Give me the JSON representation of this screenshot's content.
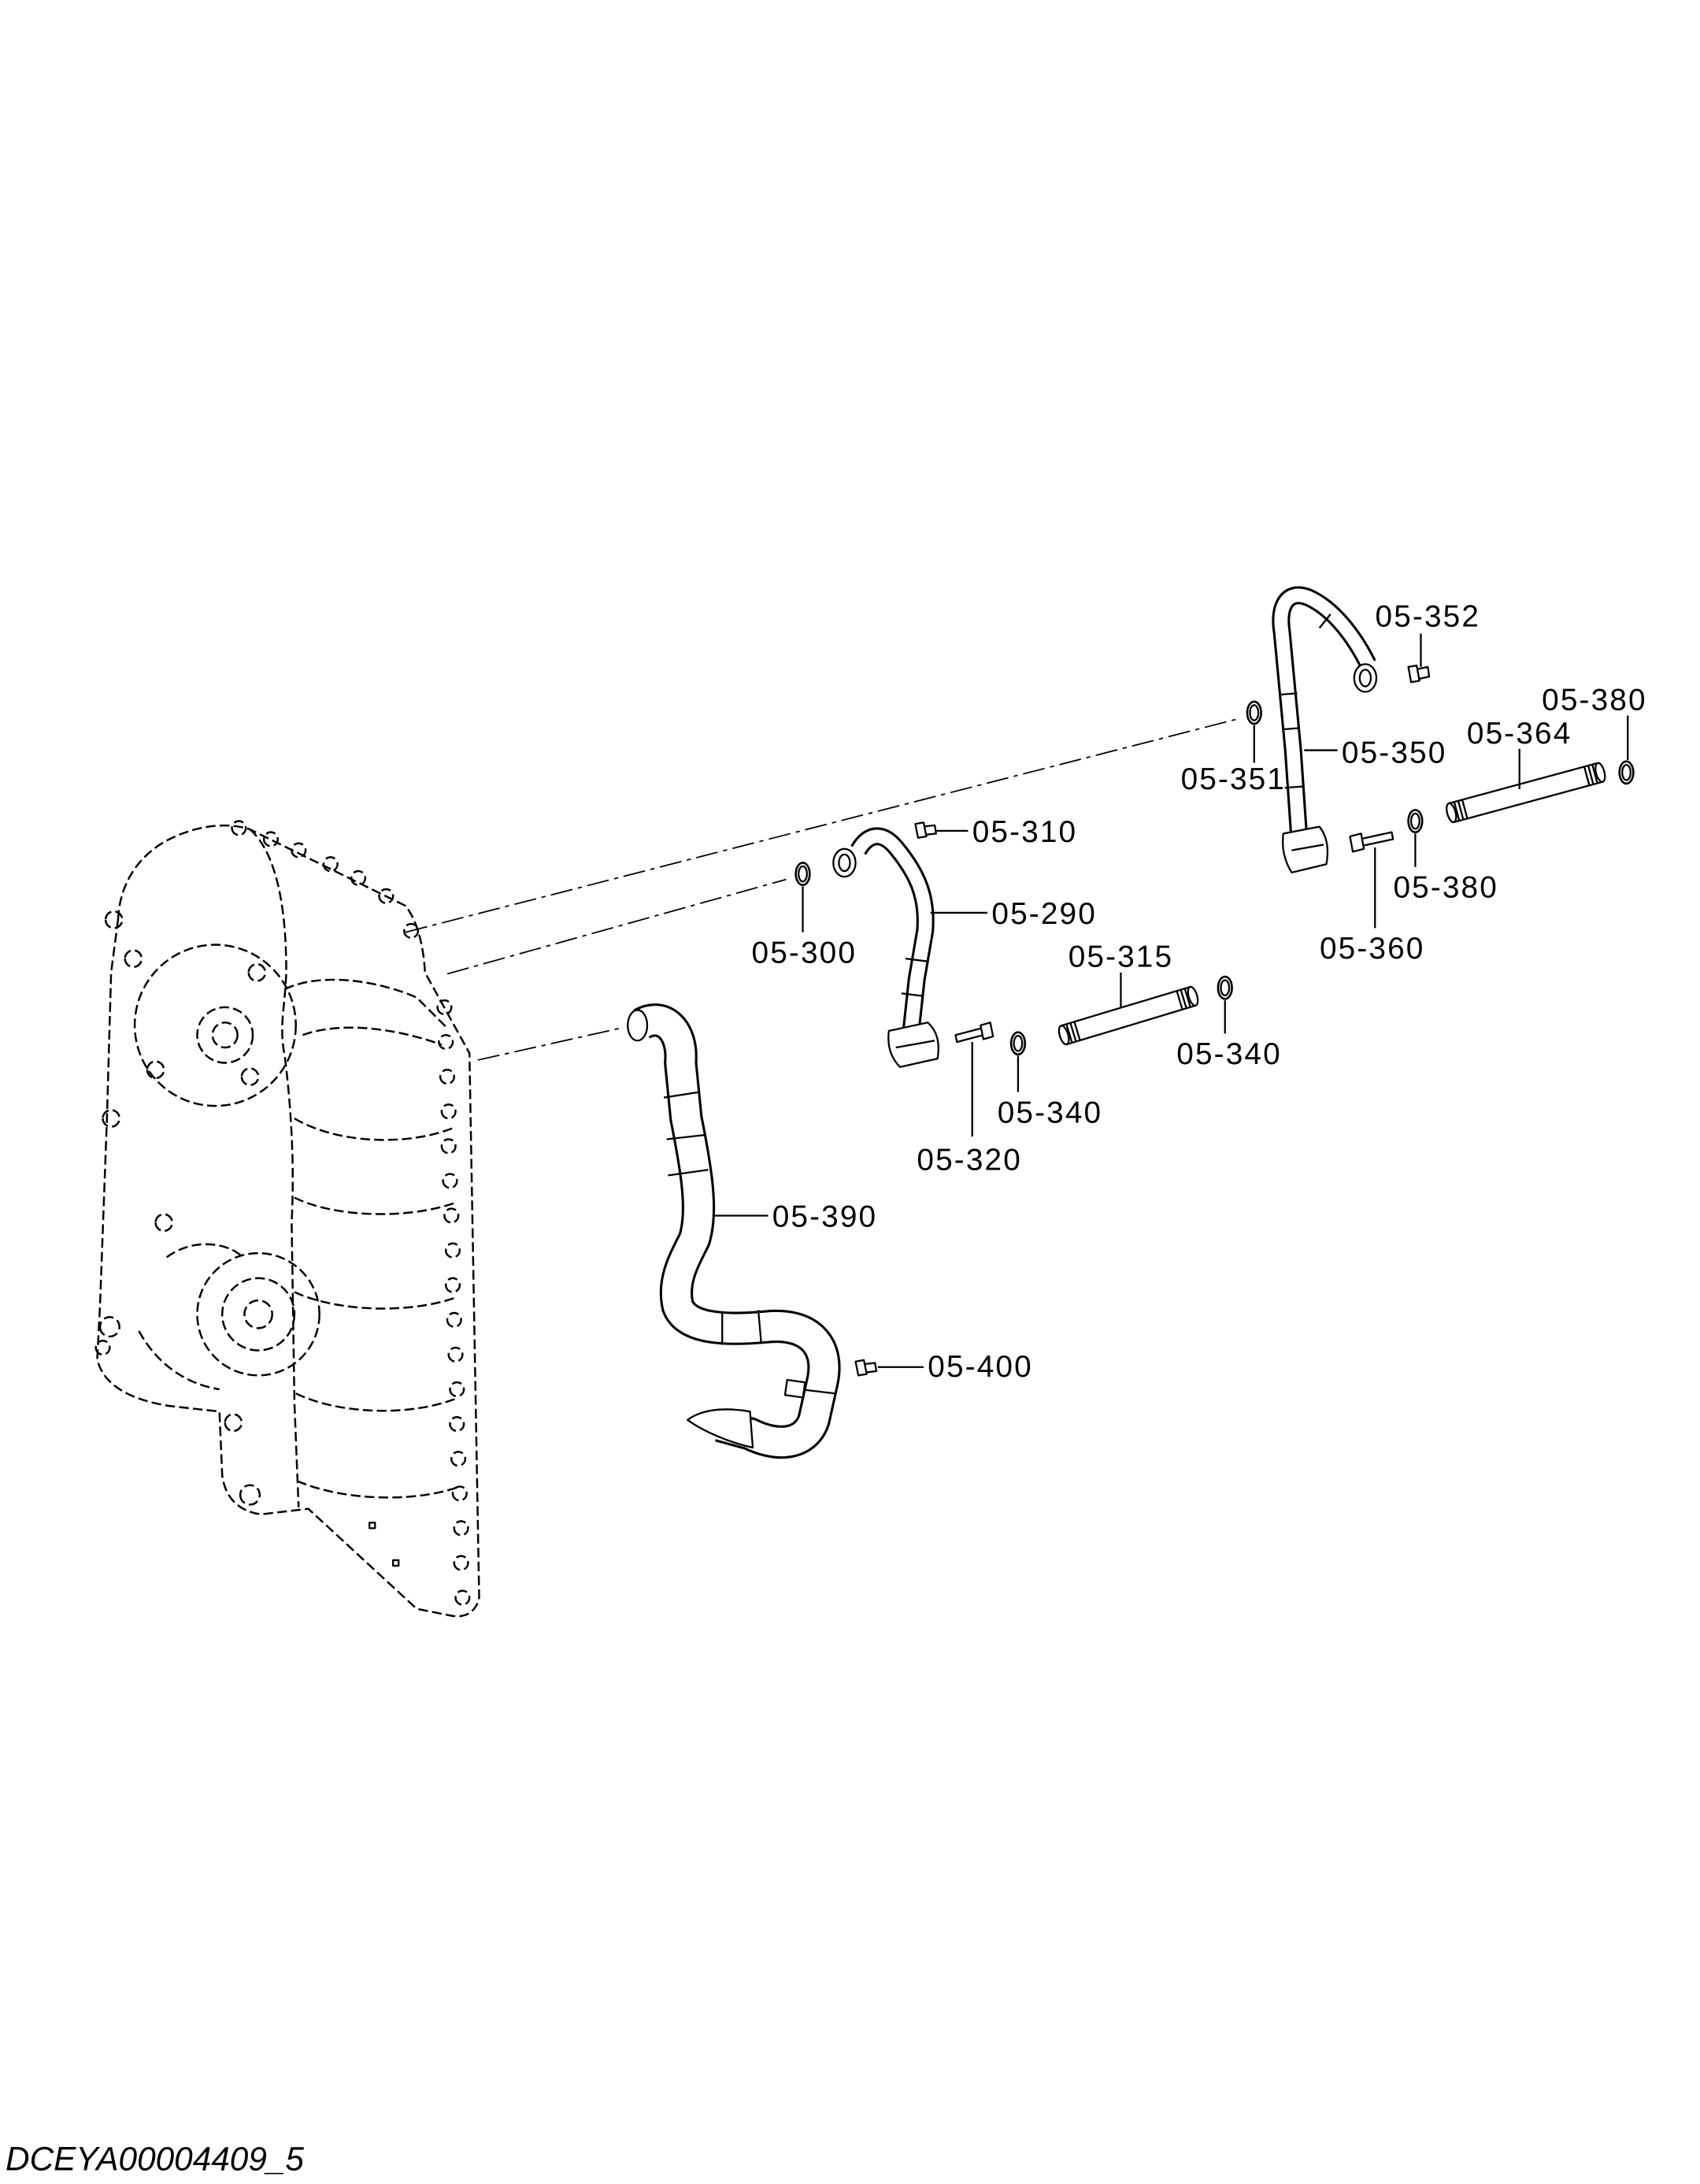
{
  "colors": {
    "ink": "#000000",
    "paper": "#ffffff"
  },
  "callouts": [
    "05-352",
    "05-380",
    "05-364",
    "05-351",
    "05-350",
    "05-310",
    "05-290",
    "05-300",
    "05-380",
    "05-360",
    "05-315",
    "05-340",
    "05-340",
    "05-320",
    "05-390",
    "05-400"
  ],
  "footer": {
    "drawing_id": "DCEYA00004409_5"
  }
}
